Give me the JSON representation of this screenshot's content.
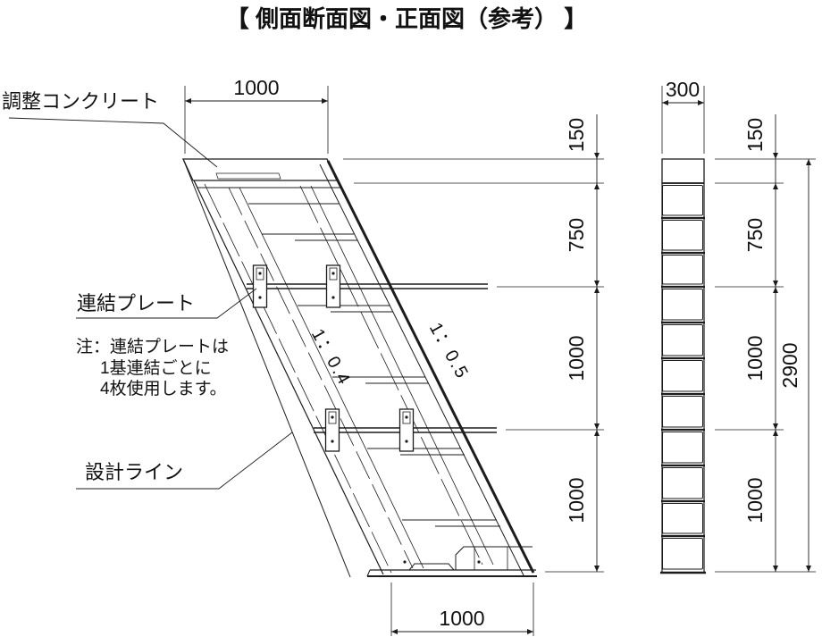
{
  "title": "【 側面断面図・正面図（参考） 】",
  "colors": {
    "line": "#1c1c1c",
    "background": "#ffffff"
  },
  "side_view": {
    "labels": {
      "adjust_concrete": "調整コンクリート",
      "connect_plate": "連結プレート",
      "note_line1": "注：連結プレートは",
      "note_line2": "1基連結ごとに",
      "note_line3": "4枚使用します。",
      "design_line": "設計ライン",
      "slope_design": "1：0.4",
      "slope_face": "1：0.5"
    },
    "dimensions": {
      "top_width": "1000",
      "bottom_width": "1000",
      "height_150": "150",
      "height_750": "750",
      "height_1000_upper": "1000",
      "height_1000_lower": "1000"
    }
  },
  "front_view": {
    "dimensions": {
      "width": "300",
      "height_150": "150",
      "height_750": "750",
      "height_1000_upper": "1000",
      "height_1000_lower": "1000",
      "total_height": "2900"
    }
  }
}
